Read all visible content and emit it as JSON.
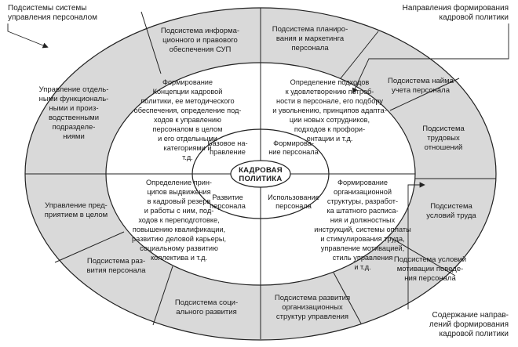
{
  "callouts": {
    "top_left": [
      "Подсистемы системы",
      "управления персоналом"
    ],
    "top_right": [
      "Направления формирования",
      "кадровой политики"
    ],
    "bottom_right": [
      "Содержание направ-",
      "лений формирования",
      "кадровой политики"
    ]
  },
  "center": [
    "КАДРОВАЯ",
    "ПОЛИТИКА"
  ],
  "inner_quadrants": {
    "top_left": [
      "Базовое на-",
      "правление"
    ],
    "top_right": [
      "Формирова-",
      "ние персонала"
    ],
    "bottom_left": [
      "Развитие",
      "персонала"
    ],
    "bottom_right": [
      "Использование",
      "персонала"
    ]
  },
  "middle_quadrants": {
    "top_left": [
      "Формирование",
      "Концепции кадровой",
      "политики, ее методического",
      "обеспечения, определение под-",
      "ходов к управлению",
      "персоналом в целом",
      "и его отдельными",
      "категориями и",
      "т.д."
    ],
    "top_right": [
      "Определение подходов",
      "к удовлетворению потреб-",
      "ности в персонале, его подбору",
      "и увольнению, принципов адапта-",
      "ции новых сотрудников,",
      "подходов к профори-",
      "ентации и т.д."
    ],
    "bottom_left": [
      "Определение прин-",
      "ципов выдвижения",
      "в кадровый резерв",
      "и работы с ним, под-",
      "ходов к переподготовке,",
      "повышению квалификации,",
      "развитию деловой карьеры,",
      "социальному развитию",
      "коллектива и т.д."
    ],
    "bottom_right": [
      "Формирование",
      "организационной",
      "структуры, разработ-",
      "ка штатного расписа-",
      "ния и должностных",
      "инструкций, системы оплаты",
      "и стимулирования труда,",
      "управление мотивацией,",
      "стиль управления",
      "и т.д."
    ]
  },
  "outer_ring": [
    [
      "Подсистема информа-",
      "ционного и правового",
      "обеспечения СУП"
    ],
    [
      "Подсистема планиро-",
      "вания и маркетинга",
      "персонала"
    ],
    [
      "Подсистема найма",
      "учета персонала"
    ],
    [
      "Подсистема",
      "трудовых",
      "отношений"
    ],
    [
      "Подсистема",
      "условий труда"
    ],
    [
      "Подсистема условий",
      "мотивации поведе-",
      "ния персонала"
    ],
    [
      "Подсистема развития",
      "организационных",
      "структур управления"
    ],
    [
      "Подсистема соци-",
      "ального развития"
    ],
    [
      "Подсистема раз-",
      "вития персонала"
    ],
    [
      "Управление пред-",
      "приятием в целом"
    ],
    [
      "Управление отдель-",
      "ными функциональ-",
      "ными и произ-",
      "водственными",
      "подразделе-",
      "ниями"
    ]
  ],
  "colors": {
    "outer_ring": "#d9d9d9",
    "middle_ring": "#ffffff",
    "inner_ring": "#ffffff",
    "stroke": "#222222"
  }
}
